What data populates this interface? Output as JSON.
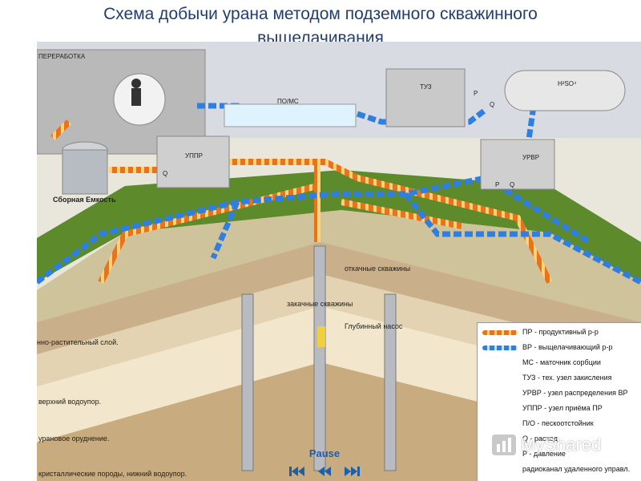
{
  "title": {
    "line1": "Схема добычи урана методом подземного скважинного",
    "line2": "выщелачивания"
  },
  "facilities": {
    "processing": "ПЕРЕРАБОТКА",
    "collection_tank": "Сборная Емкость",
    "po_ms": "ПО/МС",
    "tuz": "ТУЗ",
    "h2so4": "H²SO⁴",
    "uppr": "УППР",
    "urvr": "УРВР",
    "uppr_gauge_q": "Q",
    "tuz_gauge_p": "P",
    "tuz_gauge_q": "Q",
    "urvr_gauge_p": "P",
    "urvr_gauge_q": "Q"
  },
  "wells": {
    "pumping": "откачные скважины",
    "injection": "закачные скважины",
    "deep_pump": "Глубинный насос"
  },
  "layers": {
    "soil": "нно-растительный слой.",
    "upper_aquitard": "верхний водоупор.",
    "uranium": "урановое оруднение.",
    "lower_aquitard": "кристаллические породы, нижний водоупор."
  },
  "legend": {
    "items": [
      {
        "label": "ПР - продуктивный р-р",
        "kind": "pr"
      },
      {
        "label": "ВР - выщелачивающий р-р",
        "kind": "vr"
      },
      {
        "label": "МС - маточник сорбции",
        "kind": "none"
      },
      {
        "label": "ТУЗ - тех. узел закисления",
        "kind": "none"
      },
      {
        "label": "УРВР - узел распределения ВР",
        "kind": "none"
      },
      {
        "label": "УППР - узел приёма ПР",
        "kind": "none"
      },
      {
        "label": "П/О - пескоотстойник",
        "kind": "none"
      },
      {
        "label": "Q - расход",
        "kind": "none"
      },
      {
        "label": "P - давление",
        "kind": "none"
      },
      {
        "label": "радиоканал удаленного управл.",
        "kind": "none"
      }
    ]
  },
  "controls": {
    "pause_label": "Pause"
  },
  "watermark": {
    "text": "MyShared"
  },
  "colors": {
    "pr": "#e8731a",
    "vr": "#2f7fe0",
    "grass": "#5d8a2a",
    "title": "#1f3f6e"
  }
}
